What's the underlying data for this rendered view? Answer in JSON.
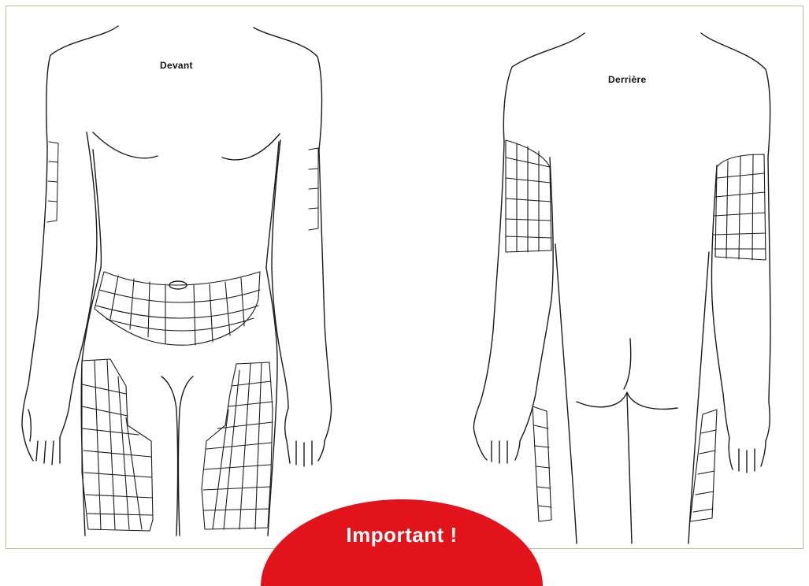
{
  "figure": {
    "front_label": "Devant",
    "back_label": "Derrière",
    "banner_text": "Important !",
    "colors": {
      "outline": "#1a1a1a",
      "banner": "#e2131b",
      "frame": "#b9bd98"
    }
  }
}
